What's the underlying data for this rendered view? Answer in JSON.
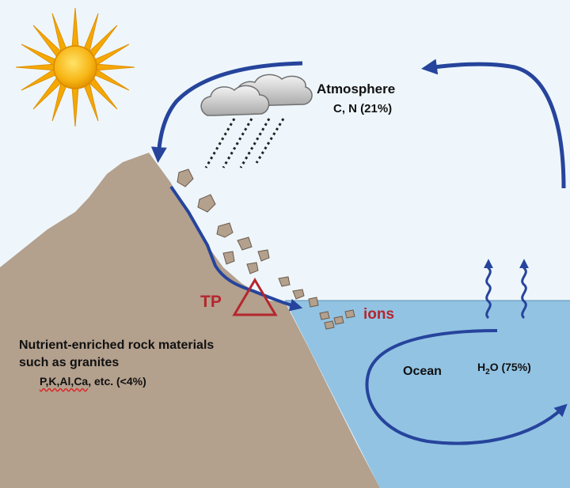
{
  "labels": {
    "atmosphere": "Atmosphere",
    "atmosphere_composition": "C, N (21%)",
    "tp": "TP",
    "ions": "ions",
    "rock_line1": "Nutrient-enriched rock materials",
    "rock_line2": "such as granites",
    "rock_elements": "P,K,Al,Ca",
    "rock_elements_rest": ", etc. (<4%)",
    "ocean": "Ocean",
    "h2o_h": "H",
    "h2o_sub": "2",
    "h2o_rest": "O (75%)"
  },
  "colors": {
    "sky": "#eef6fb",
    "ocean": "#92c3e3",
    "mountain": "#b3a08d",
    "arrow": "#26449c",
    "tp_triangle": "#b5262e",
    "sun": "#f5a800",
    "cloud": "#c9c9c9"
  },
  "icons": {
    "sun": "sun-icon",
    "cloud": "cloud-icon",
    "rain": "rain-lines",
    "evaporation": "wavy-up-arrow-icon"
  }
}
